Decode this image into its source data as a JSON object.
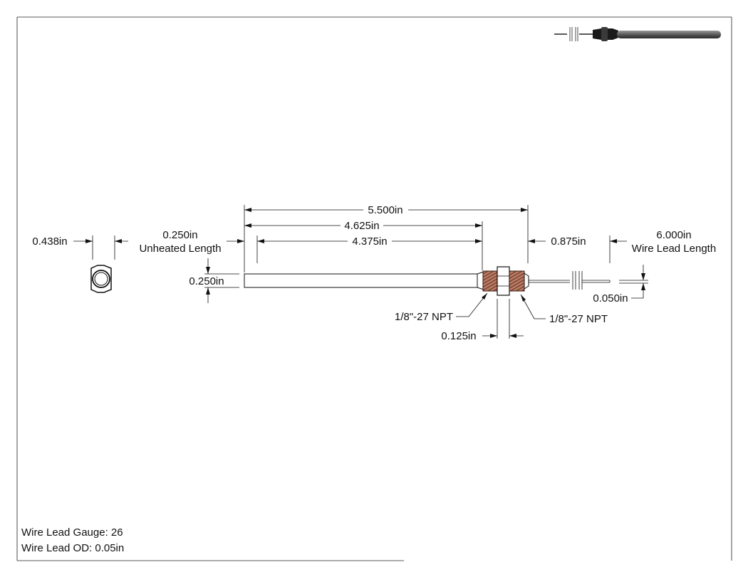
{
  "drawing": {
    "dimensions": {
      "overall_length": "5.500in",
      "heated_to_fitting": "4.625in",
      "heated_length": "4.375in",
      "fitting_length": "0.875in",
      "unheated_value": "0.250in",
      "unheated_label": "Unheated Length",
      "lead_value": "6.000in",
      "lead_label": "Wire Lead Length",
      "hex_size": "0.438in",
      "sheath_diameter": "0.250in",
      "lead_diameter": "0.050in",
      "hex_thickness": "0.125in",
      "thread_left": "1/8\"-27 NPT",
      "thread_right": "1/8\"-27 NPT"
    },
    "notes": {
      "gauge": "Wire Lead Gauge: 26",
      "od": "Wire Lead OD: 0.05in"
    }
  },
  "colors": {
    "line": "#111111",
    "thread": "#8a4a3a",
    "sheath_iso": "#555555"
  }
}
